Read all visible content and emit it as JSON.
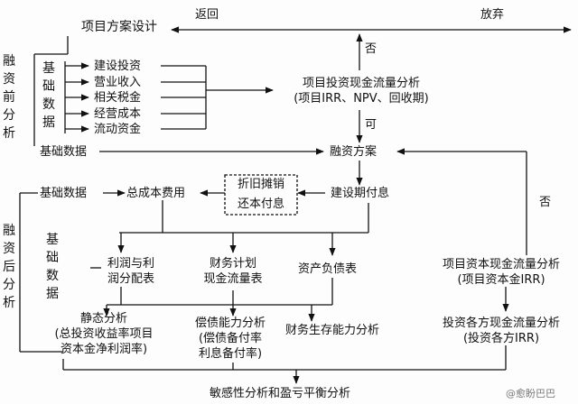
{
  "top": {
    "design": "项目方案设计",
    "back": "返回",
    "abandon": "放弃",
    "no": "否"
  },
  "pre": {
    "side": [
      "融",
      "资",
      "前",
      "分",
      "析"
    ],
    "base_chars": [
      "基",
      "础",
      "数",
      "据"
    ],
    "items": [
      "建设投资",
      "营业收入",
      "相关税金",
      "经营成本",
      "流动资金"
    ],
    "cashflow_l1": "项目投资现金流量分析",
    "cashflow_l2": "(项目IRR、NPV、回收期)",
    "yes": "可"
  },
  "mid": {
    "base_data": "基础数据",
    "finance_plan": "融资方案",
    "no_right": "否"
  },
  "post": {
    "side": [
      "融",
      "资",
      "后",
      "分",
      "析"
    ],
    "base_data2": "基础数据",
    "total_cost": "总成本费用",
    "depr": "折旧摊销",
    "repay": "还本付息",
    "construction_interest": "建设期付息",
    "base_chars": [
      "基",
      "础",
      "数",
      "据"
    ],
    "profit_l1": "利润与利",
    "profit_l2": "润分配表",
    "fin_l1": "财务计划",
    "fin_l2": "现金流量表",
    "balance": "资产负债表",
    "capital_l1": "项目资本现金流量分析",
    "capital_l2": "(项目资本金IRR)",
    "static_l1": "静态分析",
    "static_l2": "(总投资收益率项目",
    "static_l3": "资本金净利润率)",
    "solv_l1": "偿债能力分析",
    "solv_l2": "(偿债备付率",
    "solv_l3": "利息备付率)",
    "survival": "财务生存能力分析",
    "investors_l1": "投资各方现金流量分析",
    "investors_l2": "(投资各方IRR)",
    "sensitivity": "敏感性分析和盈亏平衡分析"
  },
  "watermark": "@愈盼巴巴"
}
